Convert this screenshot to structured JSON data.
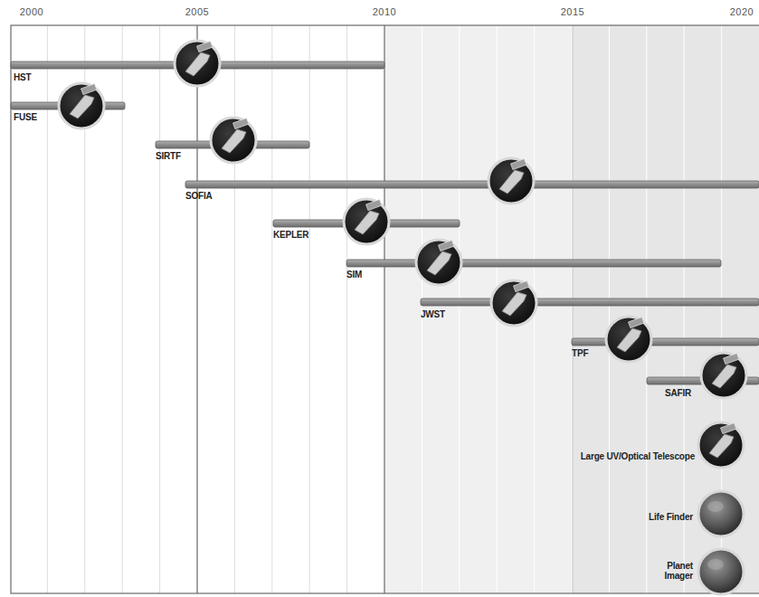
{
  "diagram": {
    "nodes": [
      {
        "text": [
          "HST"
        ]
      },
      {
        "text": [
          "FUSE"
        ]
      },
      {
        "text": [
          "SIRTF"
        ]
      },
      {
        "text": [
          "SOFIA"
        ]
      },
      {
        "text": [
          "KEPLER"
        ]
      },
      {
        "text": [
          "SIM"
        ]
      },
      {
        "text": [
          "JWST"
        ]
      },
      {
        "text": [
          "TPF"
        ]
      },
      {
        "text": [
          "SAFIR"
        ]
      },
      {
        "text": [
          "Large UV/Optical Telescope"
        ]
      },
      {
        "text": [
          "Life Finder"
        ]
      },
      {
        "text": [
          "Planet Imager"
        ]
      }
    ],
    "labels": [
      "2000",
      "2005",
      "2010",
      "2015",
      "2020"
    ]
  }
}
